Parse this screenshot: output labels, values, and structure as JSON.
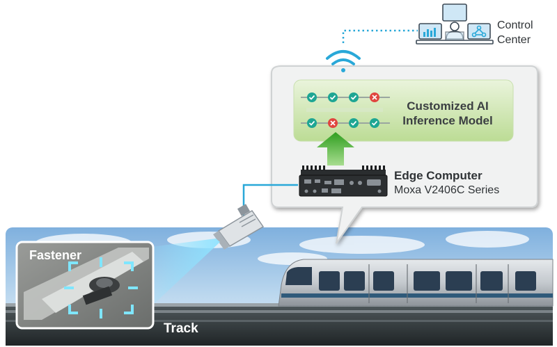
{
  "control_center": {
    "line1": "Control",
    "line2": "Center"
  },
  "ai_model": {
    "line1": "Customized AI",
    "line2": "Inference Model"
  },
  "edge_computer": {
    "title": "Edge Computer",
    "model": "Moxa V2406C Series"
  },
  "inset": {
    "fastener_label": "Fastener"
  },
  "track_label": "Track",
  "colors": {
    "accent_cyan": "#29a8d8",
    "panel_green": "#c9e3a6",
    "arrow_green": "#3fae2a",
    "check_teal": "#1ea693",
    "cross_red": "#e0453f",
    "sky": "#9cc2e2"
  },
  "icons": [
    "wifi-icon",
    "monitor-icon",
    "operator-icon",
    "chart-icon",
    "network-icon",
    "camera-icon",
    "check-icon",
    "cross-icon",
    "target-bracket-icon"
  ]
}
